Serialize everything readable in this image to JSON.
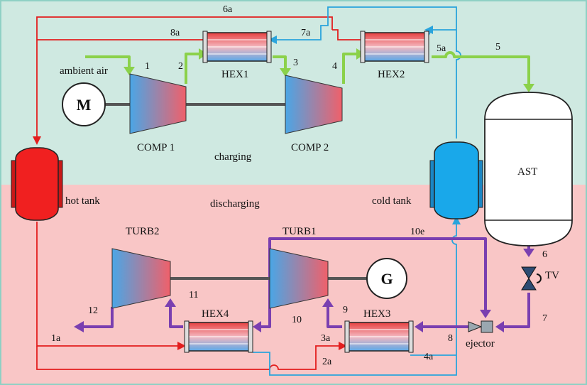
{
  "regions": {
    "charging": {
      "label": "charging",
      "color": "#cfe9e1"
    },
    "discharging": {
      "label": "discharging",
      "color": "#f9c6c6"
    }
  },
  "labels": {
    "ambient_air": "ambient air",
    "comp1": "COMP 1",
    "comp2": "COMP 2",
    "hex1": "HEX1",
    "hex2": "HEX2",
    "hex3": "HEX3",
    "hex4": "HEX4",
    "turb1": "TURB1",
    "turb2": "TURB2",
    "ast": "AST",
    "hot_tank": "hot tank",
    "cold_tank": "cold tank",
    "tv": "TV",
    "ejector": "ejector",
    "motor": "M",
    "generator": "G"
  },
  "state_points": {
    "s1": "1",
    "s2": "2",
    "s3": "3",
    "s4": "4",
    "s5": "5",
    "s5a": "5a",
    "s6": "6",
    "s6a": "6a",
    "s7": "7",
    "s7a": "7a",
    "s8": "8",
    "s8a": "8a",
    "s9": "9",
    "s10": "10",
    "s10e": "10e",
    "s11": "11",
    "s12": "12",
    "s1a": "1a",
    "s2a": "2a",
    "s3a": "3a",
    "s4a": "4a"
  },
  "colors": {
    "air_charging": "#8bd14a",
    "air_discharging": "#7a3fb0",
    "hot_fluid": "#e31e1e",
    "cold_fluid": "#2aa4dc",
    "shaft": "#555555"
  }
}
